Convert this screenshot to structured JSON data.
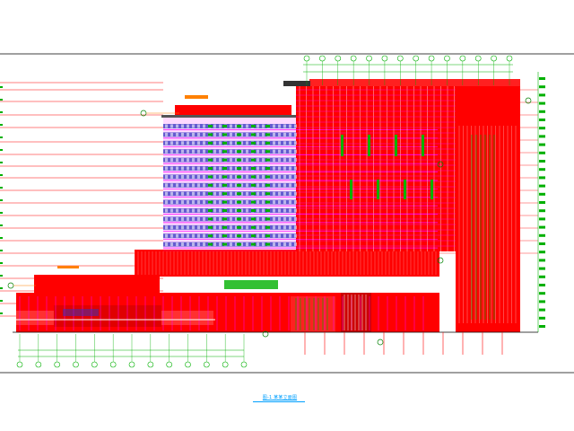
{
  "drawing": {
    "caption": "图-1 某某立面图",
    "colors": {
      "background": "#ffffff",
      "facade_red": "#ff0000",
      "line_magenta": "#ff00ff",
      "window_blue": "#3030c0",
      "dimension_green": "#00b000",
      "frame": "#000000",
      "caption_blue": "#00a0ff"
    },
    "icons": {
      "axis_bubble": "axis-bubble-icon",
      "elevation_marker": "elevation-marker-icon",
      "leader_callout": "leader-callout-icon"
    },
    "tower_floor_count": 15,
    "top_axis_bubble_count": 14,
    "bottom_axis_bubble_count": 13
  }
}
